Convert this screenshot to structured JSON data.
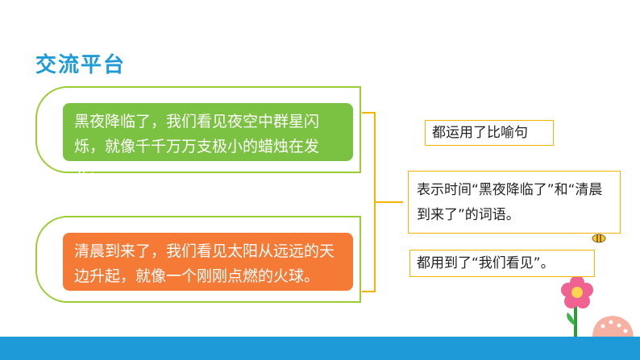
{
  "title": "交流平台",
  "sentences": [
    {
      "text": "黑夜降临了，我们看见夜空中群星闪烁，就像千千万万支极小的蜡烛在发光。",
      "color": "#7cc242"
    },
    {
      "text": "清晨到来了，我们看见太阳从远远的天边升起，就像一个刚刚点燃的火球。",
      "color": "#f47a36"
    }
  ],
  "findings": [
    "都运用了比喻句",
    "表示时间“黑夜降临了”和“清晨到来了”的词语。",
    "都用到了“我们看见”。"
  ],
  "colors": {
    "accent": "#1e9ad8",
    "frame": "#9acd32",
    "bracket": "#f5b400"
  },
  "decorations": [
    "bee-icon",
    "flower-icon",
    "shell-icon"
  ]
}
